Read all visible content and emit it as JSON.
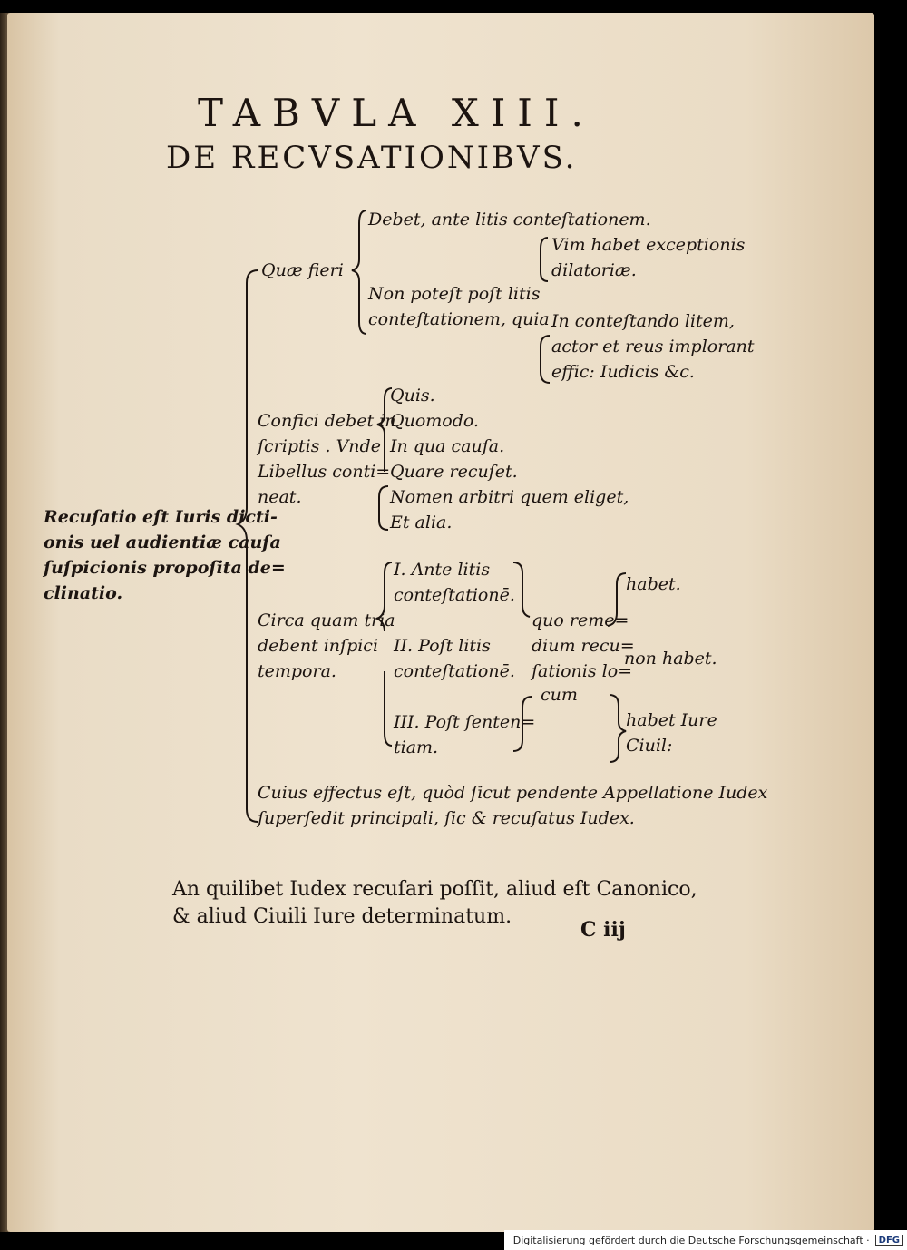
{
  "title": {
    "line1": "TABVLA XIII.",
    "line2": "DE RECVSATIONIBVS."
  },
  "root": {
    "lines": [
      "Recuſatio eſt Iuris dicti-",
      "onis uel audientiæ cauſa",
      "ſuſpicionis propoſita de=",
      "clinatio."
    ]
  },
  "branch_fieri": {
    "label": "Quæ fieri",
    "debet": "Debet, ante litis conteſtationem.",
    "non_potest": [
      "Non poteſt poſt litis",
      "conteſtationem, quia"
    ],
    "vim": [
      "Vim habet exceptionis",
      "dilatoriæ."
    ],
    "contestando": [
      "In conteſtando litem,",
      "actor et reus implorant",
      "effic: Iudicis &c."
    ]
  },
  "branch_confici": {
    "lines": [
      "Confici debet in",
      "ſcriptis . Vnde",
      "Libellus conti=",
      "neat."
    ],
    "items": [
      "Quis.",
      "Quomodo.",
      "In qua cauſa.",
      "Quare recuſet.",
      "Nomen arbitri quem eliget,",
      "Et alia."
    ]
  },
  "branch_circa": {
    "lines": [
      "Circa quam tria",
      "debent inſpici",
      "tempora."
    ],
    "tempora": {
      "t1": [
        "I. Ante litis",
        "conteſtationē."
      ],
      "t2": [
        "II. Poſt litis",
        "conteſtationē."
      ],
      "t3": [
        "III. Poſt ſenten=",
        "tiam."
      ]
    },
    "remedium": [
      "quo reme=",
      "dium recu=",
      "ſationis lo=",
      "cum"
    ],
    "habet": "habet.",
    "non_habet": "non habet.",
    "habet_iure": [
      "habet Iure",
      "Ciuil:"
    ]
  },
  "branch_effectus": {
    "lines": [
      "Cuius effectus eſt, quòd ſicut pendente Appellatione Iudex",
      "ſuperſedit principali, ſic & recuſatus Iudex."
    ]
  },
  "footnote": {
    "lines": [
      "An quilibet Iudex recuſari poſſit, aliud eſt Canonico,",
      "& aliud Ciuili Iure determinatum."
    ]
  },
  "signature_mark": "C iij",
  "footer": {
    "text": "Digitalisierung gefördert durch die Deutsche Forschungsgemeinschaft ·",
    "logo": "DFG"
  }
}
